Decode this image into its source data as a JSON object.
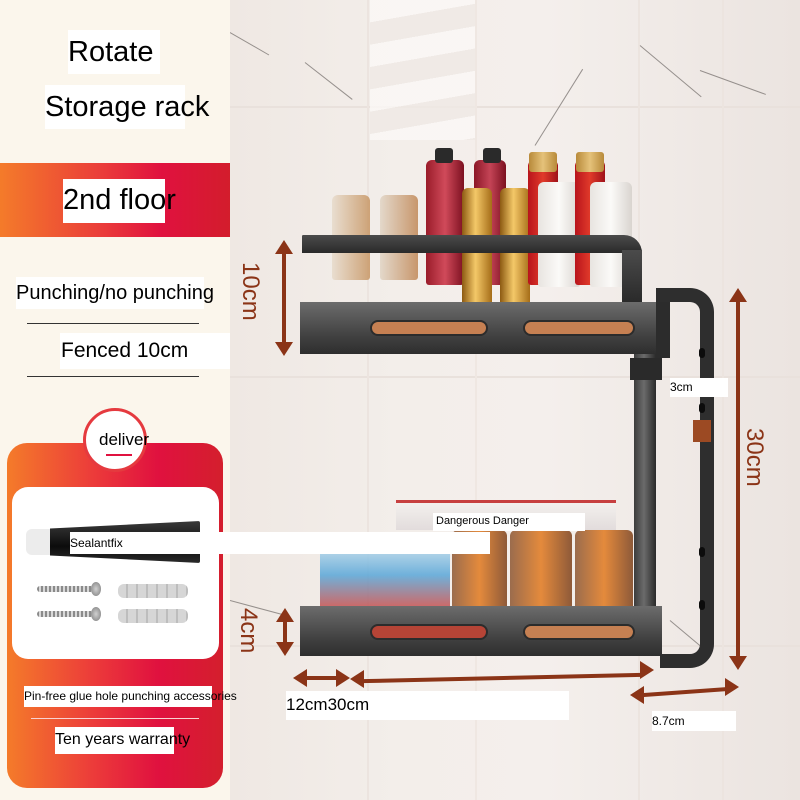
{
  "header": {
    "title_line1": "Rotate",
    "title_line2": "Storage rack",
    "floor_label": "2nd floor"
  },
  "features": {
    "mount_option": "Punching/no punching",
    "fence_height": "Fenced 10cm"
  },
  "delivery": {
    "badge_label": "deliver",
    "sealant_label": "Sealantfix",
    "accessories_label": "Pin-free glue   hole punching accessories",
    "warranty_label": "Ten years warranty"
  },
  "product_photo": {
    "box_label": "Dangerous Danger",
    "dimensions": {
      "fence_upper": "10cm",
      "fence_lower": "4cm",
      "total_height": "30cm",
      "pole_diameter": "3cm",
      "depth_and_width": "12cm30cm",
      "bracket_depth": "8.7cm"
    }
  },
  "colors": {
    "accent_gradient_start": "#f47b2a",
    "accent_gradient_end": "#d31d2c",
    "arrow_color": "#8b3417",
    "rack_color": "#2e2e2e",
    "panel_bg": "#fbf6ec"
  }
}
